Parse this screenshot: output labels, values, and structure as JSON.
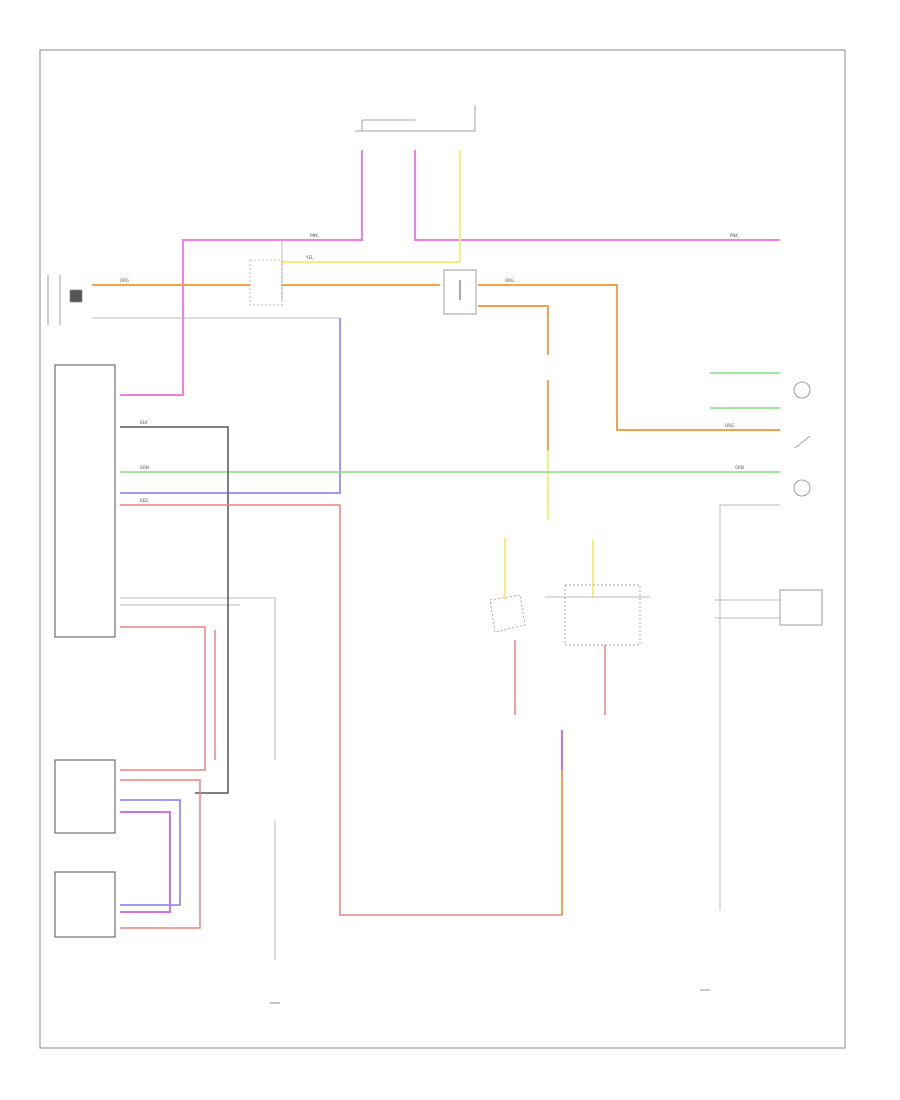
{
  "diagram": {
    "footer_code": "",
    "colors": {
      "pink": "#f07de8",
      "orange": "#f5a04a",
      "yellow": "#f5f07a",
      "red": "#f08080",
      "blue": "#7a7af5",
      "green": "#80e080",
      "black": "#555555",
      "purple": "#b070d0",
      "gray": "#bbbbbb",
      "frame": "#888888"
    },
    "labels": {
      "wire_pnk": "PNK",
      "wire_yel": "YEL",
      "wire_org": "ORG",
      "wire_blk": "BLK",
      "wire_grn": "GRN",
      "wire_red": "RED"
    }
  }
}
